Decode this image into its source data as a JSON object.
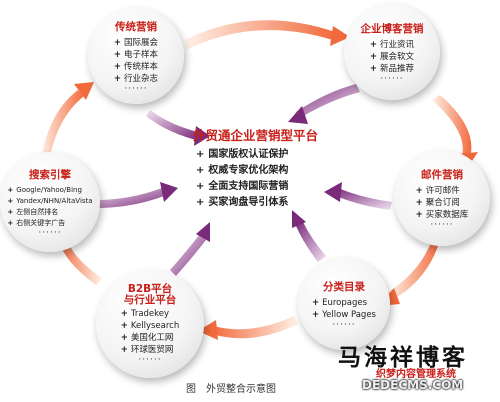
{
  "center": {
    "title": "外贸通企业营销型平台",
    "items": [
      "国家版权认证保护",
      "权威专家优化架构",
      "全面支持国际营销",
      "买家询盘导引体系"
    ]
  },
  "nodes": {
    "traditional": {
      "title": "传统营销",
      "items": [
        "国际展会",
        "电子样本",
        "传统样本",
        "行业杂志"
      ],
      "more": "······"
    },
    "blog": {
      "title": "企业博客营销",
      "items": [
        "行业资讯",
        "展会软文",
        "新品推荐"
      ],
      "more": "······"
    },
    "search": {
      "title": "搜索引擎",
      "items": [
        "Google/Yahoo/Bing",
        "Yandex/NHN/AltaVista",
        "左侧自然排名",
        "右侧关键字广告"
      ],
      "more": "······"
    },
    "email": {
      "title": "邮件营销",
      "items": [
        "许可邮件",
        "聚合订阅",
        "买家数据库"
      ],
      "more": "······"
    },
    "b2b": {
      "title_line1": "B2B平台",
      "title_line2": "与行业平台",
      "items": [
        "Tradekey",
        "Kellysearch",
        "美国化工网",
        "环球医贸网"
      ],
      "more": "······"
    },
    "directory": {
      "title": "分类目录",
      "items": [
        "Europages",
        "Yellow Pages"
      ],
      "more": "······"
    }
  },
  "bullet": "+",
  "caption": {
    "lead": "图",
    "text": "外贸整合示意图"
  },
  "watermark": {
    "main": "马海祥博客",
    "sub": "织梦内容管理系统",
    "url": "DEDECMS.COM"
  },
  "colors": {
    "title_red": "#c8201a",
    "arrow_orange": "#f26a3c",
    "arrow_purple": "#7a2a7a"
  }
}
